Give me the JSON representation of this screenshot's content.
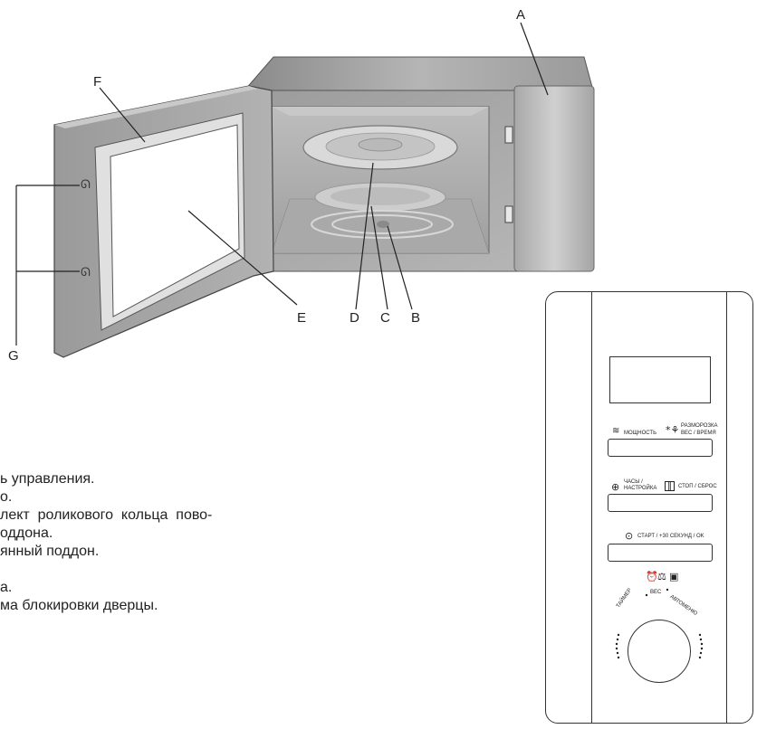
{
  "callouts": {
    "a": "A",
    "b": "B",
    "c": "C",
    "d": "D",
    "e": "E",
    "f": "F",
    "g": "G"
  },
  "legend": {
    "line1": "ь управления.",
    "line2": "о.",
    "line3": "лект  роликового  кольца  пово-",
    "line4": "оддона.",
    "line5": "янный поддон.",
    "line6": "а.",
    "line7": "ма блокировки дверцы."
  },
  "control_panel": {
    "power_label": "МОЩНОСТЬ",
    "defrost_label_1": "РАЗМОРОЗКА",
    "defrost_label_2": "ВЕС / ВРЕМЯ",
    "clock_label_1": "ЧАСЫ /",
    "clock_label_2": "НАСТРОЙКА",
    "stop_label": "СТОП / СБРОС",
    "start_label": "СТАРТ / +30 СЕКУНД / OK",
    "dial_timer": "ТАЙМЕР",
    "dial_weight": "ВЕС",
    "dial_auto": "АВТОМЕНЮ"
  }
}
